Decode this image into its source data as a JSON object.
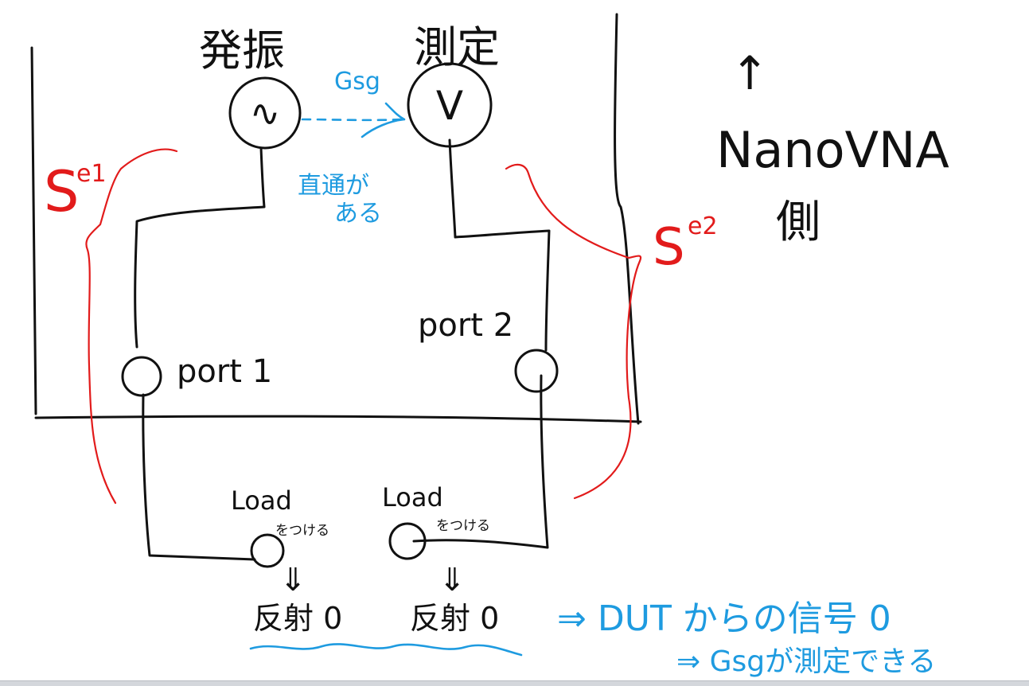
{
  "labels": {
    "oscillator": "発振",
    "measurement": "測定",
    "gsg": "Gsg",
    "direct_path": [
      "直通が",
      "ある"
    ],
    "nanovna": "NanoVNA",
    "side": "側",
    "e1": "e1",
    "e2": "e2",
    "port1": "port 1",
    "port2": "port 2",
    "load_left": "Load",
    "load_right": "Load",
    "attach_left": "をつける",
    "attach_right": "をつける",
    "reflect_left": "反射 0",
    "reflect_right": "反射 0",
    "conclusion_line1": "⇒ DUT からの信号 0",
    "conclusion_line2": "⇒ Gsgが測定できる",
    "voltmeter_symbol": "V",
    "source_symbol": "∿",
    "arrow_symbol": "↑",
    "implies_left": "⇓",
    "implies_right": "⇓"
  },
  "colors": {
    "ink": "#111111",
    "red": "#e21b1b",
    "blue": "#1e9be0"
  }
}
